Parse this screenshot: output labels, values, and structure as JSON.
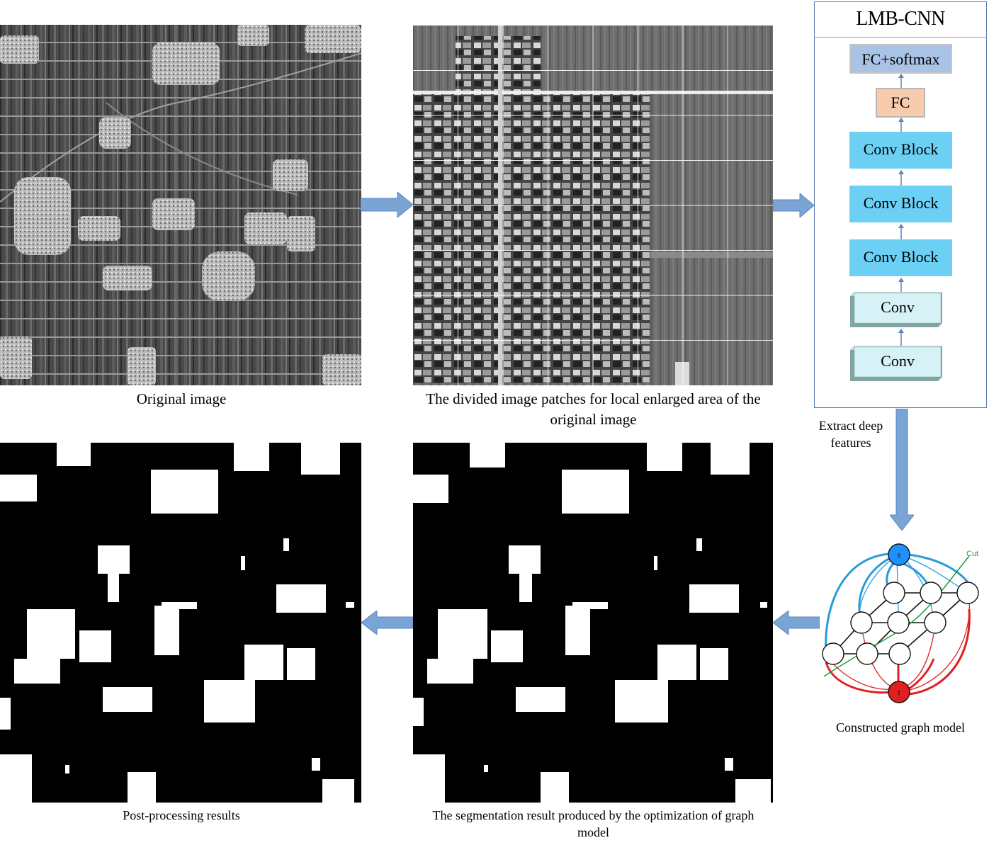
{
  "captions": {
    "original": "Original image",
    "patches": "The divided image patches for local enlarged area of the original image",
    "post": "Post-processing results",
    "segmentation": "The segmentation result produced by the optimization of graph model",
    "extract": "Extract deep features",
    "graph": "Constructed graph model"
  },
  "architecture": {
    "title": "LMB-CNN",
    "layers": [
      "FC+softmax",
      "FC",
      "Conv Block",
      "Conv Block",
      "Conv Block",
      "Conv",
      "Conv"
    ]
  },
  "graph": {
    "source_label": "s",
    "sink_label": "t",
    "cut_label": "Cut"
  },
  "colors": {
    "arrow": "#7aa4d4",
    "source": "#1e90ff",
    "sink": "#e02020",
    "cut": "#1a9c3c",
    "conv_block": "#6cd0f5",
    "fc": "#f8cbad",
    "fc_softmax": "#a9c3e6"
  }
}
